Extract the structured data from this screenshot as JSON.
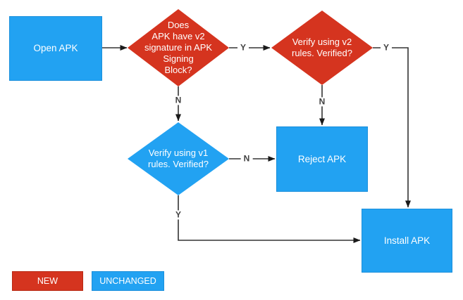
{
  "diagram": {
    "description": "APK signature verification flowchart",
    "nodes": {
      "open_apk": {
        "label": "Open APK",
        "status": "unchanged"
      },
      "v2_signature_check": {
        "label": "Does\nAPK have v2\nsignature in APK\nSigning\nBlock?",
        "status": "new"
      },
      "v2_verify": {
        "label": "Verify using v2\nrules. Verified?",
        "status": "new"
      },
      "v1_verify": {
        "label": "Verify using v1\nrules. Verified?",
        "status": "unchanged"
      },
      "reject_apk": {
        "label": "Reject APK",
        "status": "unchanged"
      },
      "install_apk": {
        "label": "Install APK",
        "status": "unchanged"
      }
    },
    "edge_labels": {
      "v2check_yes": "Y",
      "v2check_no": "N",
      "v2verify_yes": "Y",
      "v2verify_no": "N",
      "v1verify_yes": "Y",
      "v1verify_no": "N"
    },
    "legend": {
      "new_label": "NEW",
      "unchanged_label": "UNCHANGED"
    },
    "colors": {
      "new": "#D5341F",
      "unchanged": "#22A2F2",
      "connector": "#333333",
      "edge_label_text": "#424242",
      "node_text": "#FFFFFF"
    }
  }
}
